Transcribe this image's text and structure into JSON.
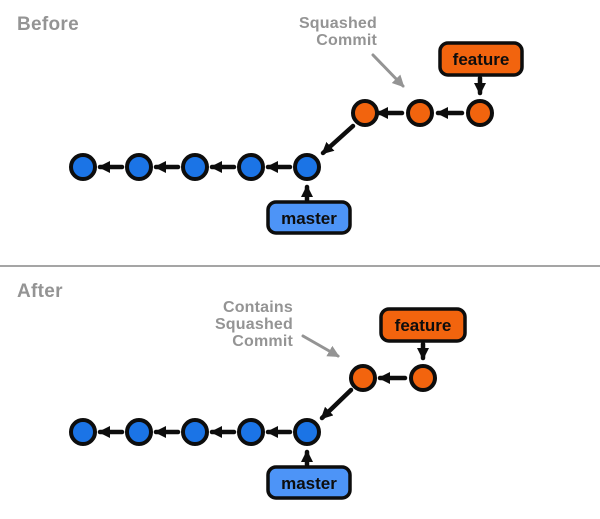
{
  "colors": {
    "orange": "#f2640e",
    "blue": "#1b74e6",
    "badge_blue": "#4d94f7",
    "gray": "#949494",
    "ink": "#0d0d0d",
    "background": "#ffffff"
  },
  "before": {
    "section_label": "Before",
    "annotation": {
      "lines": [
        "Squashed",
        "Commit"
      ]
    },
    "feature_badge_label": "feature",
    "master_badge_label": "master",
    "master_commit_count": 5,
    "feature_commit_count": 3
  },
  "after": {
    "section_label": "After",
    "annotation": {
      "lines": [
        "Contains",
        "Squashed",
        "Commit"
      ]
    },
    "feature_badge_label": "feature",
    "master_badge_label": "master",
    "master_commit_count": 5,
    "feature_commit_count": 2
  }
}
